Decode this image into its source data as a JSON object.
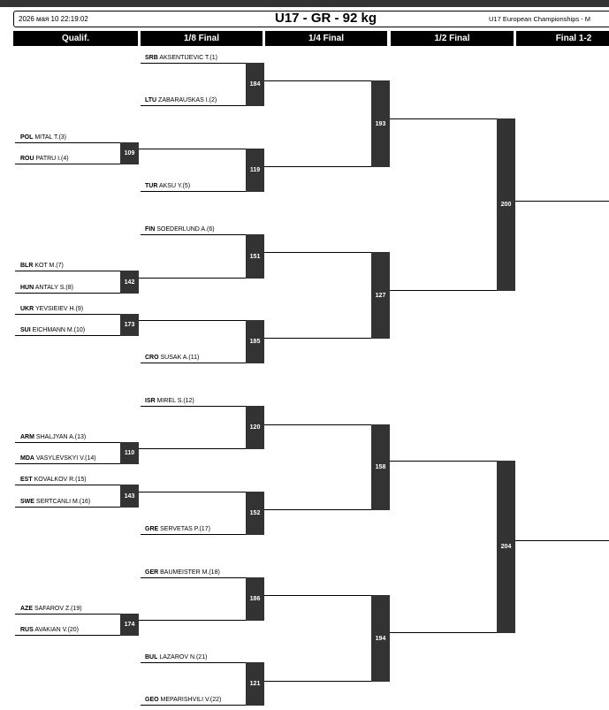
{
  "header": {
    "date": "2026 мая 10 22:19:02",
    "title": "U17 - GR - 92 kg",
    "event": "U17 European Championships - M"
  },
  "rounds": [
    "Qualif.",
    "1/8 Final",
    "1/4 Final",
    "1/2 Final",
    "Final 1-2"
  ],
  "athletes": [
    {
      "country": "SRB",
      "name": "AKSENTIJEVIC T.(1)"
    },
    {
      "country": "LTU",
      "name": "ZABARAUSKAS I.(2)"
    },
    {
      "country": "POL",
      "name": "MITAL T.(3)"
    },
    {
      "country": "ROU",
      "name": "PATRU I.(4)"
    },
    {
      "country": "TUR",
      "name": "AKSU Y.(5)"
    },
    {
      "country": "FIN",
      "name": "SOEDERLUND A.(6)"
    },
    {
      "country": "BLR",
      "name": "KOT M.(7)"
    },
    {
      "country": "HUN",
      "name": "ANTALY S.(8)"
    },
    {
      "country": "UKR",
      "name": "YEVSIEIEV H.(9)"
    },
    {
      "country": "SUI",
      "name": "EICHMANN M.(10)"
    },
    {
      "country": "CRO",
      "name": "SUSAK A.(11)"
    },
    {
      "country": "ISR",
      "name": "MIREL S.(12)"
    },
    {
      "country": "ARM",
      "name": "SHALJYAN A.(13)"
    },
    {
      "country": "MDA",
      "name": "VASYLEVSKYI V.(14)"
    },
    {
      "country": "EST",
      "name": "KOVALKOV R.(15)"
    },
    {
      "country": "SWE",
      "name": "SERTCANLI M.(16)"
    },
    {
      "country": "GRE",
      "name": "SERVETAS P.(17)"
    },
    {
      "country": "GER",
      "name": "BAUMEISTER M.(18)"
    },
    {
      "country": "AZE",
      "name": "SAFAROV Z.(19)"
    },
    {
      "country": "RUS",
      "name": "AVAKIAN V.(20)"
    },
    {
      "country": "BUL",
      "name": "LAZAROV N.(21)"
    },
    {
      "country": "GEO",
      "name": "MEPARISHVILI V.(22)"
    }
  ],
  "matches": {
    "m109": "109",
    "m142": "142",
    "m173": "173",
    "m110": "110",
    "m143": "143",
    "m174": "174",
    "m184": "184",
    "m119": "119",
    "m151": "151",
    "m185": "185",
    "m120": "120",
    "m152": "152",
    "m186": "186",
    "m121": "121",
    "m193": "193",
    "m127": "127",
    "m158": "158",
    "m194": "194",
    "m200": "200",
    "m204": "204"
  }
}
